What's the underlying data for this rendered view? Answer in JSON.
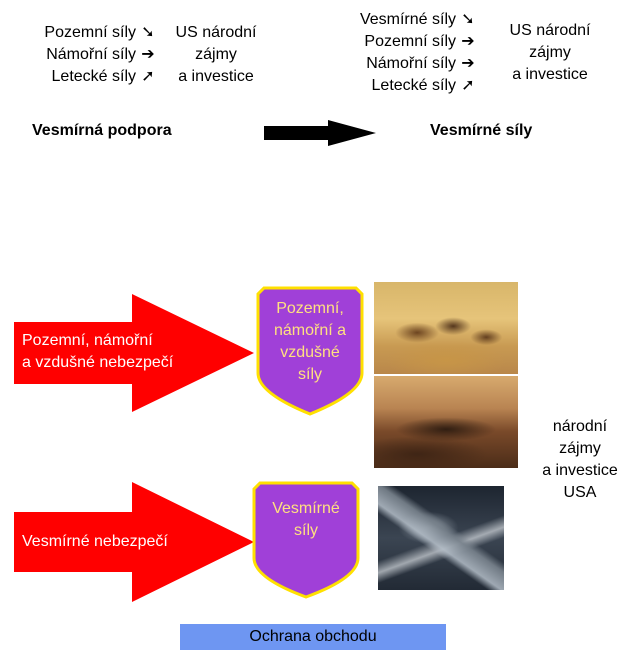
{
  "top_left": {
    "forces": [
      {
        "label": "Pozemní síly",
        "arrow": "down-right"
      },
      {
        "label": "Námořní síly",
        "arrow": "right"
      },
      {
        "label": "Letecké síly",
        "arrow": "up-right"
      }
    ],
    "interests": [
      "US národní",
      "zájmy",
      "a investice"
    ],
    "caption": "Vesmírná podpora"
  },
  "top_right": {
    "forces": [
      {
        "label": "Vesmírné síly",
        "arrow": "down-right"
      },
      {
        "label": "Pozemní síly",
        "arrow": "right"
      },
      {
        "label": "Námořní síly",
        "arrow": "right"
      },
      {
        "label": "Letecké síly",
        "arrow": "up-right"
      }
    ],
    "interests": [
      "US národní",
      "zájmy",
      "a investice"
    ],
    "caption": "Vesmírné síly"
  },
  "arrow_glyphs": {
    "down-right": "➘",
    "right": "➔",
    "up-right": "➚"
  },
  "threats": {
    "upper": [
      "Pozemní, námořní",
      "a vzdušné nebezpečí"
    ],
    "lower": [
      "Vesmírné nebezpečí"
    ]
  },
  "shields": {
    "upper": [
      "Pozemní,",
      "námořní a",
      "vzdušné",
      "síly"
    ],
    "lower": [
      "Vesmírné",
      "síly"
    ]
  },
  "national_interests": [
    "národní",
    "zájmy",
    "a investice",
    "USA"
  ],
  "bottom_bar": "Ochrana obchodu",
  "colors": {
    "threat_arrow": "#ff0000",
    "shield_fill": "#a040d8",
    "shield_border": "#ffe000",
    "shield_text": "#ffe080",
    "bar": "#6e96f2"
  }
}
